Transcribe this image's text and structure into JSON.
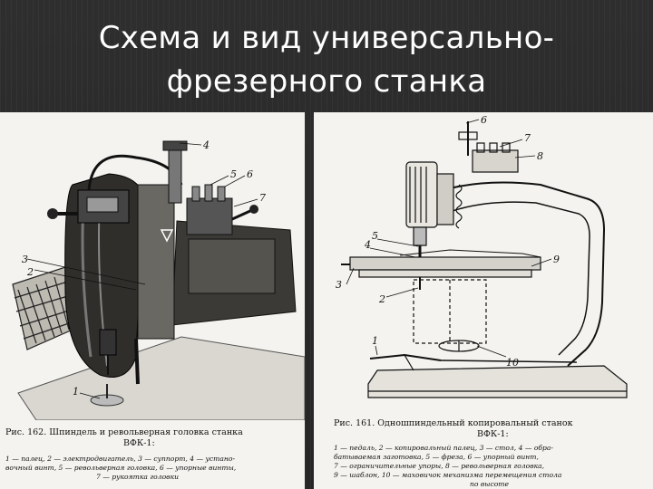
{
  "slide": {
    "title_line1": "Схема и вид универсально-",
    "title_line2": "фрезерного станка"
  },
  "left_figure": {
    "callouts": [
      "1",
      "2",
      "3",
      "4",
      "5",
      "6",
      "7"
    ],
    "caption_title_1": "Рис. 162. Шпиндель и револьверная  головка станка",
    "caption_title_2": "ВФК-1:",
    "caption_body_1": "1 — палец,  2 — электродвигатель,  3 — суппорт,  4 — устано-",
    "caption_body_2": "вочный винт,  5 — револьверная головка,  6 — упорные винты,",
    "caption_body_3": "7 — рукоятка головки"
  },
  "right_figure": {
    "callouts": [
      "1",
      "2",
      "3",
      "4",
      "5",
      "6",
      "7",
      "8",
      "9",
      "10"
    ],
    "caption_title_1": "Рис. 161.  Одношпиндельный  копировальный  станок",
    "caption_title_2": "ВФК-1:",
    "caption_body_1": "1 — педаль,  2 — копировальный  палец,  3 — стол,  4 — обра-",
    "caption_body_2": "батываемая  заготовка,  5 — фреза,  6 — упорный  винт,",
    "caption_body_3": "7 — ограничительные  упоры,  8 — револьверная  головка,",
    "caption_body_4": "9 — шаблон,  10 — маховичок механизма перемещения стола",
    "caption_body_5": "по высоте"
  }
}
